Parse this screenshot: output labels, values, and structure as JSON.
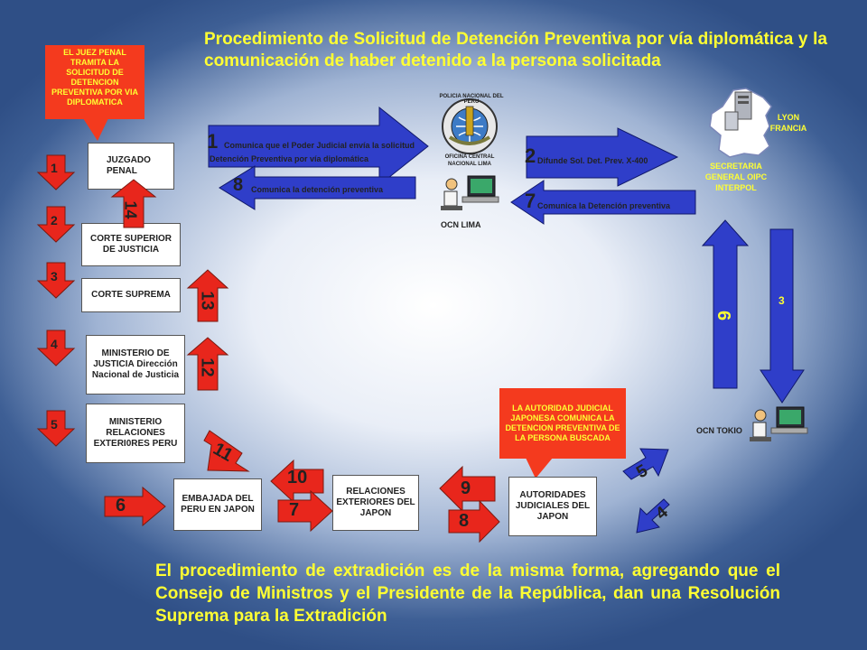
{
  "title": "Procedimiento de Solicitud de Detención Preventiva por vía diplomática y la comunicación de haber detenido a la persona solicitada",
  "footer": "El procedimiento de extradición es de la misma forma, agregando que el Consejo de Ministros y el Presidente de la República, dan una Resolución Suprema para la Extradición",
  "judge_callout": "EL JUEZ PENAL TRAMITA LA SOLICITUD DE DETENCION PREVENTIVA POR VIA DIPLOMATICA",
  "japan_callout": "LA AUTORIDAD JUDICIAL JAPONESA COMUNICA LA DETENCION PREVENTIVA DE LA PERSONA BUSCADA",
  "boxes": {
    "juzgado": "JUZGADO PENAL",
    "corte_superior": "CORTE SUPERIOR DE JUSTICIA",
    "corte_suprema": "CORTE SUPREMA",
    "ministerio_justicia": "MINISTERIO DE JUSTICIA Dirección Nacional de Justicia",
    "ministerio_relaciones": "MINISTERIO RELACIONES EXTERI0RES PERU",
    "embajada": "EMBAJADA DEL PERU EN JAPON",
    "relaciones_japon": "RELACIONES EXTERIORES DEL JAPON",
    "autoridades_japon": "AUTORIDADES JUDICIALES DEL JAPON"
  },
  "left_steps": [
    "1",
    "2",
    "3",
    "4",
    "5"
  ],
  "return_steps": {
    "s14": "14",
    "s13": "13",
    "s12": "12",
    "s11": "11",
    "s10": "10",
    "s9": "9"
  },
  "forward_steps": {
    "s6": "6",
    "s7": "7",
    "s8": "8",
    "s4": "4",
    "s5": "5"
  },
  "top_arrows": {
    "a1_num": "1",
    "a1_line1": "Comunica que el Poder Judicial envía la solicitud",
    "a1_line2": "Detención Preventiva por vía diplomática",
    "a8_num": "8",
    "a8_text": "Comunica la detención preventiva",
    "a2_num": "2",
    "a2_text": "Difunde Sol. Det. Prev. X-400",
    "a7_num": "7",
    "a7_text": "Comunica la Detención preventiva"
  },
  "interpol": {
    "emblem_text": "POLICIA NACIONAL DEL PERU",
    "emblem_sub": "OFICINA CENTRAL NACIONAL LIMA",
    "ocn_lima": "OCN LIMA",
    "lyon": "LYON FRANCIA",
    "secretaria": "SECRETARIA GENERAL OIPC INTERPOL",
    "ocn_tokio": "OCN TOKIO",
    "vert_up": "6",
    "vert_down": "3"
  },
  "colors": {
    "red_arrow": "#e8261c",
    "blue_arrow": "#2f3ec9",
    "callout": "#f43a1e",
    "title_text": "#ffff33"
  }
}
